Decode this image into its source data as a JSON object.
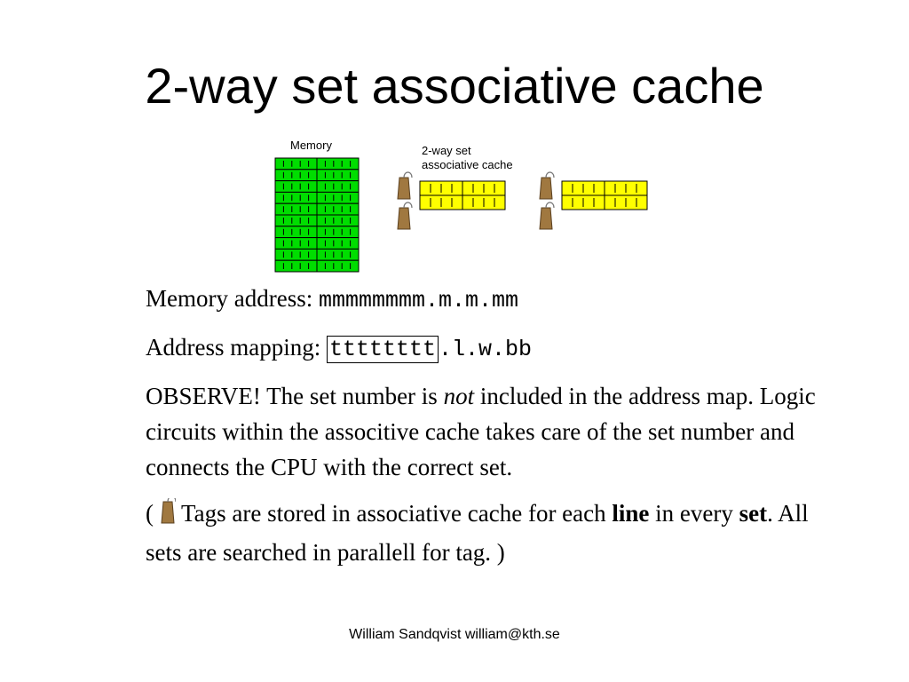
{
  "slide": {
    "title": "2-way set associative cache"
  },
  "diagram": {
    "memory_label": "Memory",
    "cache_label_line1": "2-way set",
    "cache_label_line2": "associative cache",
    "memory_color": "#00dd00",
    "cache_color": "#ffff00",
    "tag_color": "#a07840"
  },
  "content": {
    "memory_address_label": "Memory address:",
    "memory_address_value": "mmmmmmmm.m.m.mm",
    "address_mapping_label": "Address mapping:",
    "address_mapping_tag": "tttttttt",
    "address_mapping_rest": ".l.w.bb",
    "observe_part1": "OBSERVE! The set number is",
    "observe_not": "not",
    "observe_part2": "included in the address map. Logic circuits within the associtive cache takes care of the set number and connects the CPU with the correct set.",
    "tags_open_paren": "(",
    "tags_part1": "Tags are stored in associative cache for each",
    "tags_line": "line",
    "tags_part2": "in every",
    "tags_set": "set",
    "tags_part3": ". All sets are searched in parallell for tag. )"
  },
  "footer": {
    "text": "William Sandqvist  william@kth.se"
  }
}
